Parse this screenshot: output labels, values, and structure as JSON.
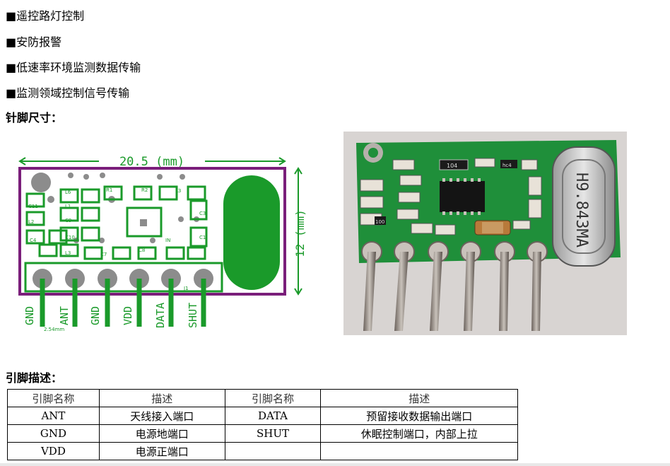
{
  "features": [
    "■遥控路灯控制",
    "■安防报警",
    "■低速率环境监测数据传输",
    "■监测领域控制信号传输"
  ],
  "pin_size_heading": "针脚尺寸：",
  "diagram": {
    "width_label": "20.5 (mm)",
    "height_label": "12 (mm)",
    "pitch_label": "2.54mm",
    "pin_labels": [
      "GND",
      "ANT",
      "GND",
      "VDD",
      "DATA",
      "SHUT"
    ],
    "component_labels": [
      "L6",
      "R1",
      "R2",
      "L3",
      "C11",
      "L1",
      "L2",
      "C9",
      "C10",
      "L3",
      "C7",
      "C8",
      "IN",
      "C4",
      "C3",
      "C1",
      "J1"
    ]
  },
  "photo": {
    "crystal_text": "H9.843MA",
    "chip_labels": [
      "104",
      "hc4",
      "100"
    ]
  },
  "pin_desc_heading": "引脚描述：",
  "pin_table": {
    "headers": [
      "引脚名称",
      "描述",
      "引脚名称",
      "描述"
    ],
    "rows": [
      [
        "ANT",
        "天线接入端口",
        "DATA",
        "预留接收数据输出端口"
      ],
      [
        "GND",
        "电源地端口",
        "SHUT",
        "休眠控制端口，内部上拉"
      ],
      [
        "VDD",
        "电源正端口",
        "",
        ""
      ]
    ]
  },
  "colors": {
    "pcb_outline": "#7a1e7a",
    "pcb_green": "#1a9a2a",
    "pad_gray": "#8c8c8c",
    "photo_pcb": "#1f8f3a"
  }
}
